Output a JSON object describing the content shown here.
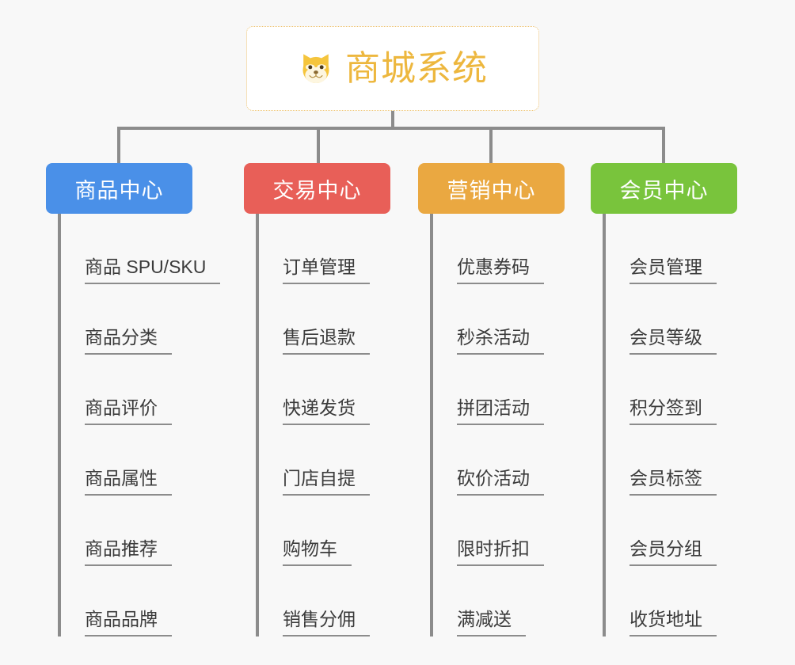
{
  "page": {
    "background_color": "#f8f8f8",
    "connector_color": "#8c8c8c"
  },
  "root": {
    "title": "商城系统",
    "icon": "shiba-dog-face-emoji",
    "text_color": "#edb73e",
    "border_color": "#edc270",
    "background": "#ffffff"
  },
  "categories": [
    {
      "label": "商品中心",
      "color": "#4a90e8",
      "items": [
        {
          "label": "商品 SPU/SKU"
        },
        {
          "label": "商品分类"
        },
        {
          "label": "商品评价"
        },
        {
          "label": "商品属性"
        },
        {
          "label": "商品推荐"
        },
        {
          "label": "商品品牌"
        }
      ]
    },
    {
      "label": "交易中心",
      "color": "#e85f58",
      "items": [
        {
          "label": "订单管理"
        },
        {
          "label": "售后退款"
        },
        {
          "label": "快递发货"
        },
        {
          "label": "门店自提"
        },
        {
          "label": "购物车"
        },
        {
          "label": "销售分佣"
        }
      ]
    },
    {
      "label": "营销中心",
      "color": "#eaa841",
      "items": [
        {
          "label": "优惠券码"
        },
        {
          "label": "秒杀活动"
        },
        {
          "label": "拼团活动"
        },
        {
          "label": "砍价活动"
        },
        {
          "label": "限时折扣"
        },
        {
          "label": "满减送"
        }
      ]
    },
    {
      "label": "会员中心",
      "color": "#79c43c",
      "items": [
        {
          "label": "会员管理"
        },
        {
          "label": "会员等级"
        },
        {
          "label": "积分签到"
        },
        {
          "label": "会员标签"
        },
        {
          "label": "会员分组"
        },
        {
          "label": "收货地址"
        }
      ]
    }
  ]
}
